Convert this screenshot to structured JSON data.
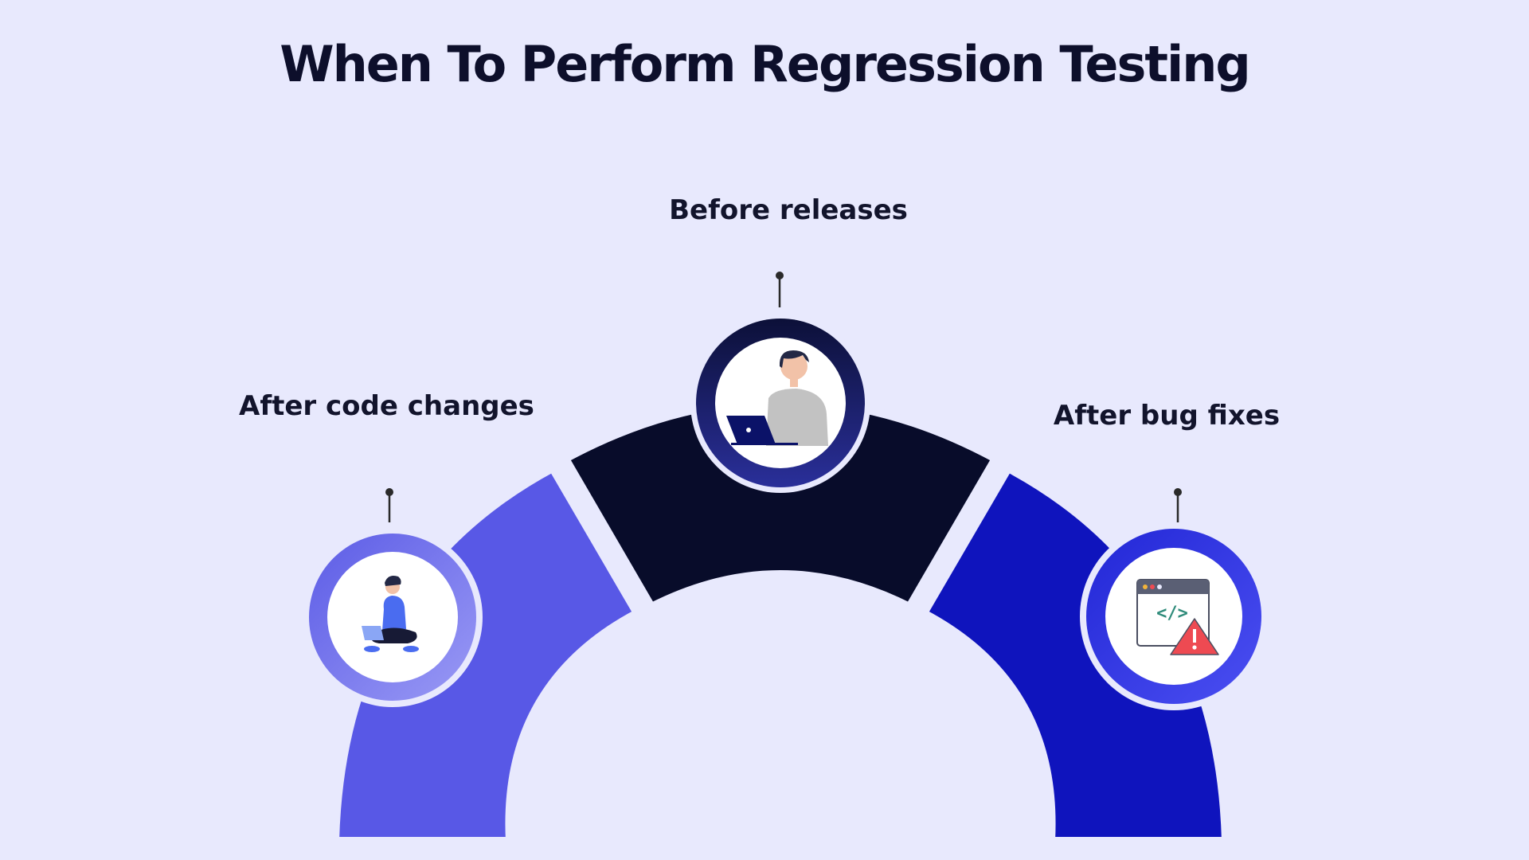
{
  "title": "When To Perform Regression Testing",
  "stages": [
    {
      "label": "After code changes",
      "icon": "person-with-laptop-icon",
      "color": "#5858e6"
    },
    {
      "label": "Before releases",
      "icon": "developer-at-laptop-icon",
      "color": "#080c2a"
    },
    {
      "label": "After bug fixes",
      "icon": "code-window-warning-icon",
      "color": "#0f14bd"
    }
  ],
  "colors": {
    "background": "#e8e9fd",
    "title": "#0d0f2b",
    "ring_left": "#7777ee",
    "ring_top": "#1b1f66",
    "ring_right": "#2e32e0",
    "warning": "#ee4a52"
  }
}
